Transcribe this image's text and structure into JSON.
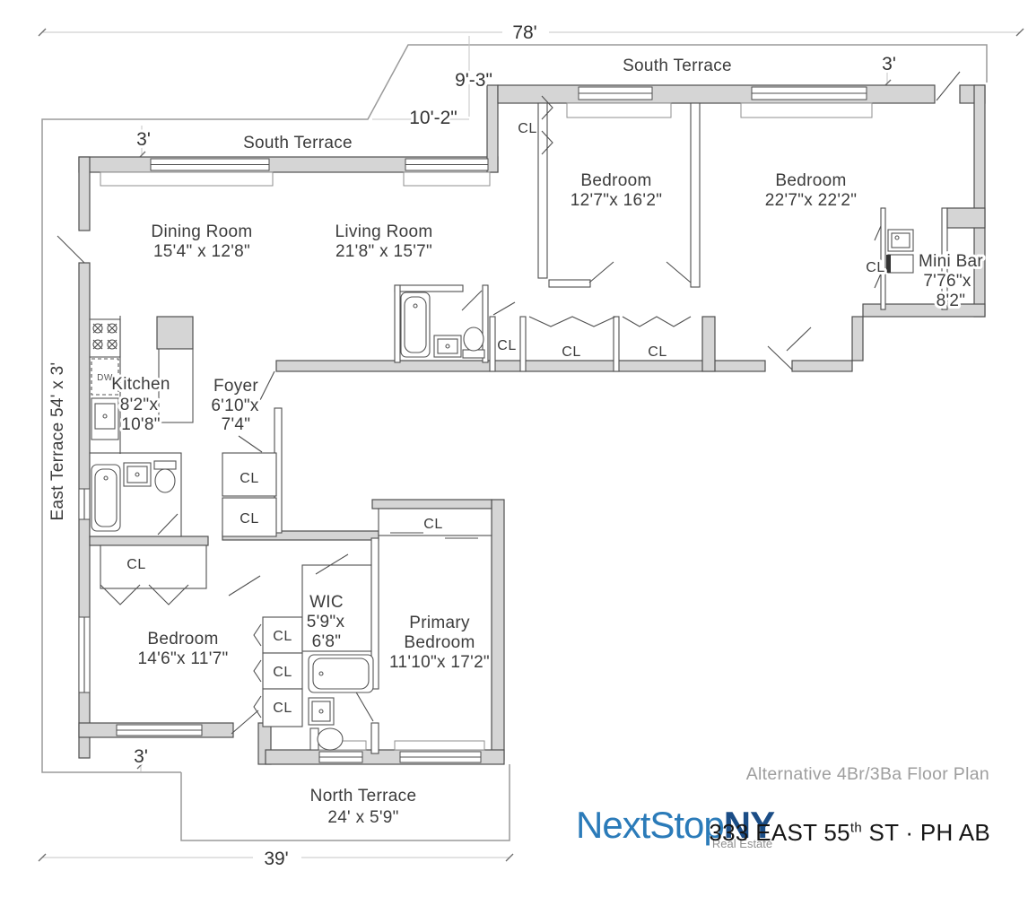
{
  "colors": {
    "wall_fill": "#d5d5d5",
    "wall_outline": "#4f4f4f",
    "terrace_line": "#9a9a9a",
    "dimension_line": "#c6c6c6",
    "label_text": "#3c3c3c",
    "plan_title_gray": "#9e9e9e",
    "logo_blue": "#2b7bb9",
    "logo_navy": "#1b4d86",
    "logo_gray": "#8f8f8f",
    "address_black": "#161616"
  },
  "dimensions": {
    "top_width": "78'",
    "step_a": "9'-3\"",
    "step_b": "10'-2\"",
    "south_left_width": "3'",
    "south_right_width": "3'",
    "east_terrace": "East Terrace 54' x 3'",
    "north_width": "39'",
    "bottom_left_width": "3'"
  },
  "terraces": {
    "south_left": "South Terrace",
    "south_right": "South Terrace",
    "north_name": "North Terrace",
    "north_dims": "24' x 5'9\""
  },
  "rooms": {
    "dining": {
      "name": "Dining Room",
      "dims": "15'4\" x 12'8\""
    },
    "living": {
      "name": "Living Room",
      "dims": "21'8\" x 15'7\""
    },
    "bedroom1": {
      "name": "Bedroom",
      "dims": "12'7\"x 16'2\""
    },
    "bedroom2": {
      "name": "Bedroom",
      "dims": "22'7\"x 22'2\""
    },
    "minibar": {
      "name": "Mini Bar",
      "dims_a": "7'76\"x",
      "dims_b": "8'2\""
    },
    "kitchen": {
      "name": "Kitchen",
      "dims_a": "8'2\"x",
      "dims_b": "10'8\""
    },
    "foyer": {
      "name": "Foyer",
      "dims_a": "6'10\"x",
      "dims_b": "7'4\""
    },
    "bedroom3": {
      "name": "Bedroom",
      "dims": "14'6\"x 11'7\""
    },
    "wic": {
      "name": "WIC",
      "dims_a": "5'9\"x",
      "dims_b": "6'8\""
    },
    "primary": {
      "name_a": "Primary",
      "name_b": "Bedroom",
      "dims": "11'10\"x 17'2\""
    }
  },
  "labels": {
    "closet": "CL",
    "dishwasher": "DW"
  },
  "footer": {
    "plan_title": "Alternative 4Br/3Ba Floor Plan",
    "brand_part1": "NextStop",
    "brand_part2": "NY",
    "brand_tagline": "Real Estate",
    "address_pre": "333 EAST 55",
    "address_sup": "th",
    "address_post": " ST · PH AB"
  }
}
